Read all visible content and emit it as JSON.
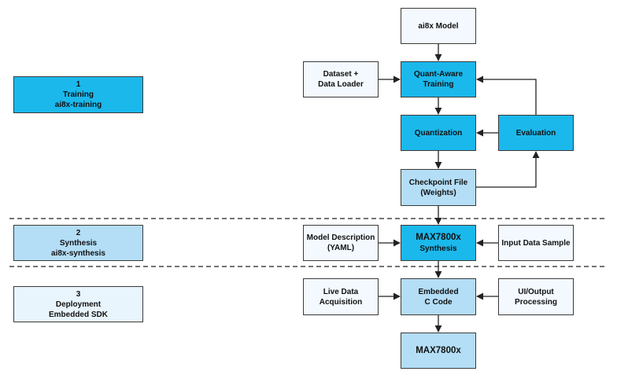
{
  "stages": [
    {
      "id": "training",
      "lines": [
        "1",
        "Training",
        "ai8x-training"
      ]
    },
    {
      "id": "synthesis",
      "lines": [
        "2",
        "Synthesis",
        "ai8x-synthesis"
      ]
    },
    {
      "id": "deployment",
      "lines": [
        "3",
        "Deployment",
        "Embedded SDK"
      ]
    }
  ],
  "nodes": {
    "model": {
      "lines": [
        "ai8x Model"
      ]
    },
    "dataset": {
      "lines": [
        "Dataset +",
        "Data Loader"
      ]
    },
    "qat": {
      "lines": [
        "Quant-Aware",
        "Training"
      ]
    },
    "quant": {
      "lines": [
        "Quantization"
      ]
    },
    "eval": {
      "lines": [
        "Evaluation"
      ]
    },
    "checkpoint": {
      "lines": [
        "Checkpoint File",
        "(Weights)"
      ]
    },
    "modeldesc": {
      "lines": [
        "Model Description",
        "(YAML)"
      ]
    },
    "synthesis": {
      "lines": [
        "MAX7800x",
        "Synthesis"
      ]
    },
    "inputdata": {
      "lines": [
        "Input Data Sample"
      ]
    },
    "live": {
      "lines": [
        "Live Data",
        "Acquisition"
      ]
    },
    "embedded": {
      "lines": [
        "Embedded",
        "C Code"
      ]
    },
    "ui": {
      "lines": [
        "UI/Output",
        "Processing"
      ]
    },
    "device": {
      "lines": [
        "MAX7800x"
      ]
    }
  },
  "colors": {
    "dark": "#1bb8ec",
    "mid": "#b4def6",
    "light": "#e9f5fd",
    "pale": "#f3f9fe",
    "border": "#3a3a3a",
    "line": "#222222"
  }
}
